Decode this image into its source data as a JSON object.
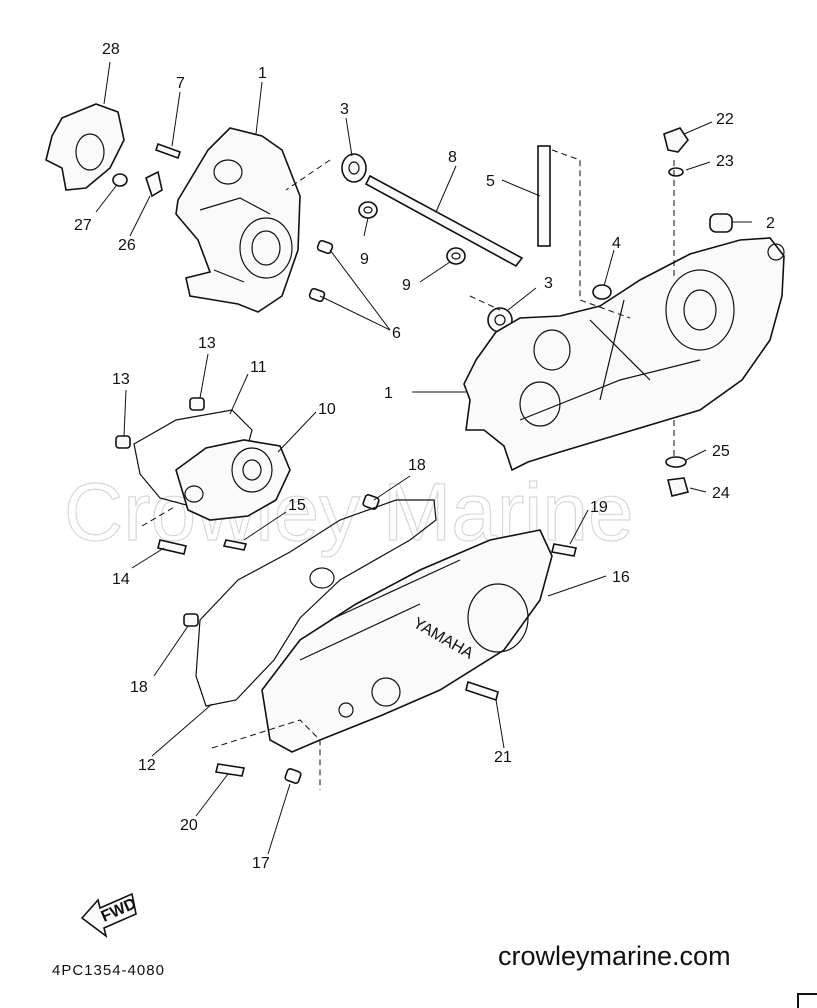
{
  "watermark": "Crowley Marine",
  "website": "crowleymarine.com",
  "diagram_code": "4PC1354-4080",
  "fwd_label": "FWD",
  "case_brand": "YAMAHA",
  "callouts": [
    "28",
    "7",
    "1",
    "3",
    "8",
    "5",
    "22",
    "23",
    "2",
    "27",
    "26",
    "9",
    "9",
    "4",
    "3",
    "6",
    "1",
    "13",
    "11",
    "13",
    "10",
    "18",
    "15",
    "19",
    "14",
    "16",
    "25",
    "24",
    "18",
    "12",
    "21",
    "20",
    "17"
  ]
}
